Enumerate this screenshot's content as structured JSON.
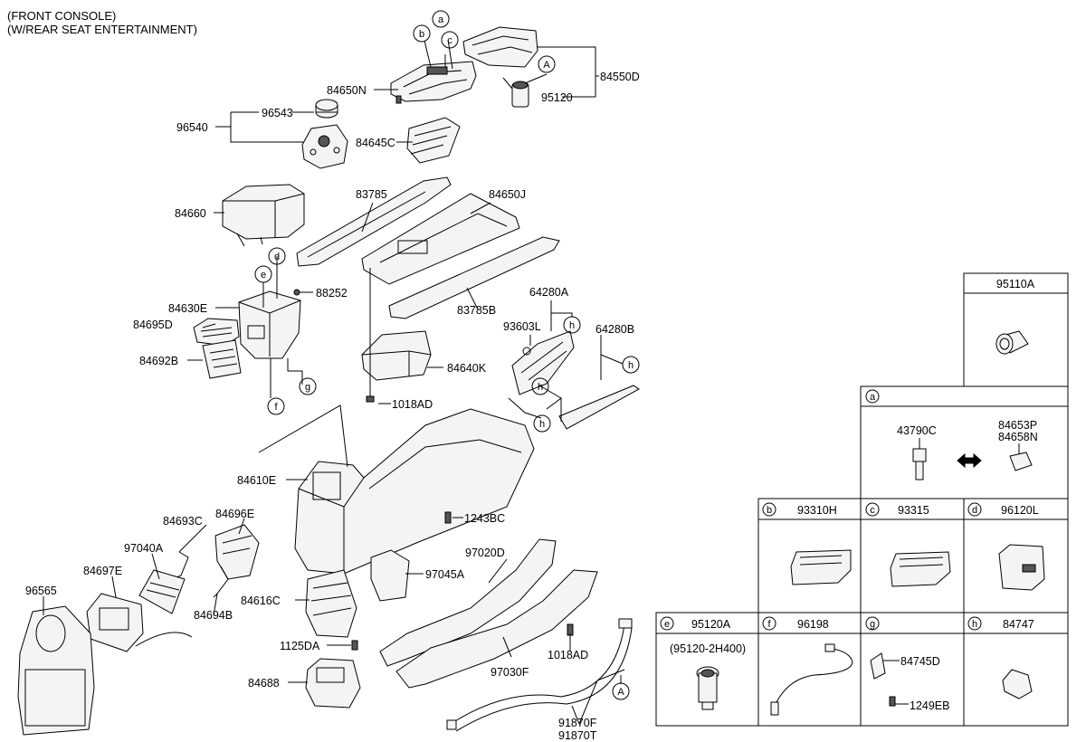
{
  "header": {
    "line1": "(FRONT CONSOLE)",
    "line2": "(W/REAR SEAT ENTERTAINMENT)"
  },
  "part_labels": {
    "p84650N": "84650N",
    "p84550D": "84550D",
    "p95120": "95120",
    "p96543": "96543",
    "p96540": "96540",
    "p84645C": "84645C",
    "p83785": "83785",
    "p84650J": "84650J",
    "p84660": "84660",
    "p88252": "88252",
    "p84630E": "84630E",
    "p84695D": "84695D",
    "p84692B": "84692B",
    "p83785B": "83785B",
    "p64280A": "64280A",
    "p93603L": "93603L",
    "p64280B": "64280B",
    "p84640K": "84640K",
    "p1018AD_top": "1018AD",
    "p84610E": "84610E",
    "p1243BC": "1243BC",
    "p84693C": "84693C",
    "p84696E": "84696E",
    "p97040A": "97040A",
    "p84697E": "84697E",
    "p96565": "96565",
    "p97020D": "97020D",
    "p97045A": "97045A",
    "p84616C": "84616C",
    "p84694B": "84694B",
    "p1125DA": "1125DA",
    "p84688": "84688",
    "p1018AD_bot": "1018AD",
    "p97030F": "97030F",
    "p91870F": "91870F",
    "p91870T": "91870T"
  },
  "callouts": {
    "a": "a",
    "b": "b",
    "c": "c",
    "d": "d",
    "e": "e",
    "f": "f",
    "g": "g",
    "h": "h",
    "A": "A"
  },
  "legend": {
    "cell_95110A": {
      "title": "95110A"
    },
    "cell_a": {
      "letter": "a",
      "left_part": "43790C",
      "right_part_1": "84653P",
      "right_part_2": "84658N"
    },
    "cell_b": {
      "letter": "b",
      "part": "93310H"
    },
    "cell_c": {
      "letter": "c",
      "part": "93315"
    },
    "cell_d": {
      "letter": "d",
      "part": "96120L"
    },
    "cell_e": {
      "letter": "e",
      "part": "95120A",
      "note": "(95120-2H400)"
    },
    "cell_f": {
      "letter": "f",
      "part": "96198"
    },
    "cell_g": {
      "letter": "g",
      "part_1": "84745D",
      "part_2": "1249EB"
    },
    "cell_h": {
      "letter": "h",
      "part": "84747"
    }
  }
}
